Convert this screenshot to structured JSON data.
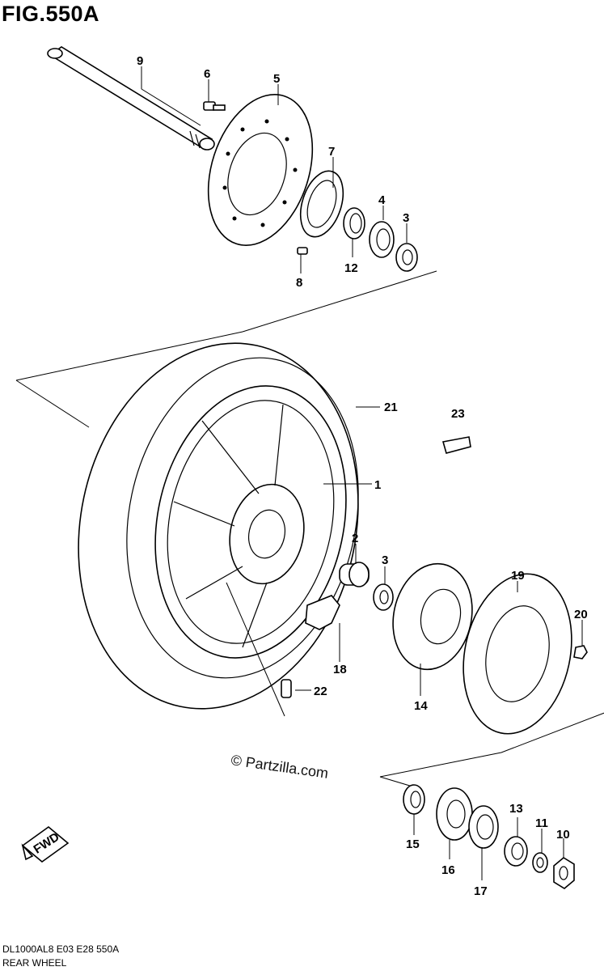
{
  "figure": {
    "title": "FIG.550A",
    "model_code": "DL1000AL8  E03  E28  550A",
    "caption": "REAR WHEEL",
    "watermark": "© Partzilla.com",
    "fwd_label": "FWD"
  },
  "callouts": [
    {
      "id": "1",
      "label": "1"
    },
    {
      "id": "2",
      "label": "2"
    },
    {
      "id": "3a",
      "label": "3"
    },
    {
      "id": "3b",
      "label": "3"
    },
    {
      "id": "4",
      "label": "4"
    },
    {
      "id": "5",
      "label": "5"
    },
    {
      "id": "6",
      "label": "6"
    },
    {
      "id": "7",
      "label": "7"
    },
    {
      "id": "8",
      "label": "8"
    },
    {
      "id": "9",
      "label": "9"
    },
    {
      "id": "10",
      "label": "10"
    },
    {
      "id": "11",
      "label": "11"
    },
    {
      "id": "12",
      "label": "12"
    },
    {
      "id": "13",
      "label": "13"
    },
    {
      "id": "14",
      "label": "14"
    },
    {
      "id": "15",
      "label": "15"
    },
    {
      "id": "16",
      "label": "16"
    },
    {
      "id": "17",
      "label": "17"
    },
    {
      "id": "18",
      "label": "18"
    },
    {
      "id": "19",
      "label": "19"
    },
    {
      "id": "20",
      "label": "20"
    },
    {
      "id": "21",
      "label": "21"
    },
    {
      "id": "22",
      "label": "22"
    },
    {
      "id": "23",
      "label": "23"
    }
  ]
}
